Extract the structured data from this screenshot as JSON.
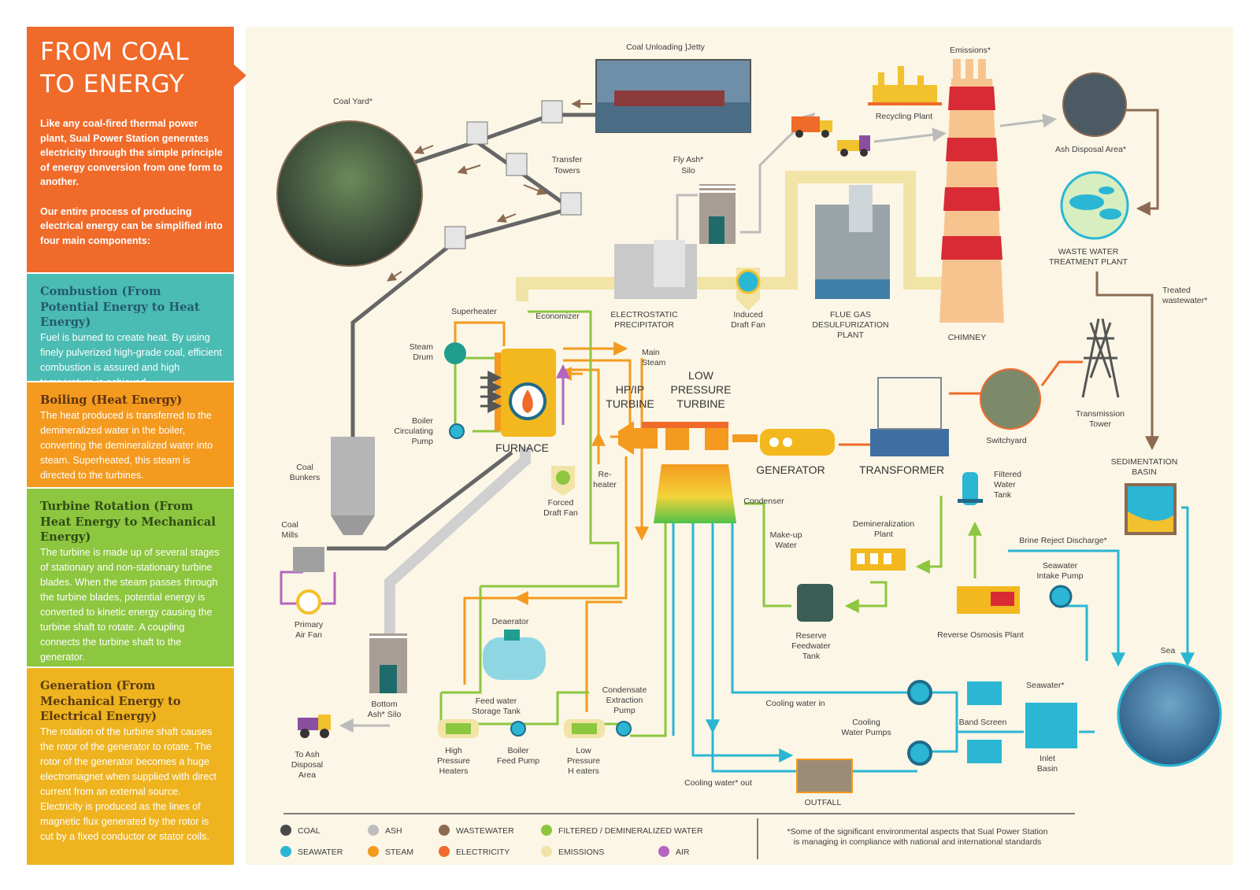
{
  "title": "FROM COAL TO ENERGY",
  "title_lines": [
    "FROM COAL",
    "TO ENERGY"
  ],
  "intro_p1": "Like any coal-fired thermal power plant, Sual Power Station generates electricity through the simple principle of energy conversion from one form to another.",
  "intro_p2": "Our entire process of producing electrical energy can be simplified into four main components:",
  "components": [
    {
      "heading": "Combustion (From Potential Energy to Heat Energy)",
      "body": "Fuel is burned to create heat. By using finely pulverized high-grade coal, efficient combustion is assured and high temperature is achieved."
    },
    {
      "heading": "Boiling (Heat Energy)",
      "body": "The heat produced is transferred to the demineralized water in the boiler, converting the demineralized water into steam. Superheated, this steam is directed to the turbines."
    },
    {
      "heading": "Turbine Rotation (From Heat Energy to Mechanical Energy)",
      "body": "The turbine is made up of several stages of stationary and non-stationary turbine blades. When the steam passes through the turbine blades, potential energy is converted to kinetic energy causing the turbine shaft to rotate. A coupling connects the turbine shaft to the generator."
    },
    {
      "heading": "Generation (From Mechanical Energy to Electrical Energy)",
      "body": "The rotation of the turbine shaft causes the rotor of the generator to rotate. The rotor of the generator becomes a huge electromagnet when supplied with direct current from an external source. Electricity is produced as the lines of magnetic flux generated by the rotor is cut by a fixed conductor or stator coils."
    }
  ],
  "labels": {
    "coal_unloading_jetty": "Coal Unloading ]Jetty",
    "coal_yard": "Coal Yard*",
    "transfer_towers": [
      "Transfer",
      "Towers"
    ],
    "fly_ash_silo": [
      "Fly Ash*",
      "Silo"
    ],
    "emissions": "Emissions*",
    "recycling_plant": "Recycling Plant",
    "ash_disposal_area": "Ash Disposal Area*",
    "waste_water_plant": [
      "WASTE WATER",
      "TREATMENT PLANT"
    ],
    "treated_wastewater": [
      "Treated",
      "wastewater*"
    ],
    "esp": [
      "ELECTROSTATIC",
      "PRECIPITATOR"
    ],
    "induced_draft_fan": [
      "Induced",
      "Draft Fan"
    ],
    "fgd": [
      "FLUE GAS",
      "DESULFURIZATION",
      "PLANT"
    ],
    "chimney": "CHIMNEY",
    "superheater": "Superheater",
    "economizer": "Economizer",
    "steam_drum": [
      "Steam",
      "Drum"
    ],
    "main_steam": [
      "Main",
      "Steam"
    ],
    "boiler_circulating_pump": [
      "Boiler",
      "Circulating",
      "Pump"
    ],
    "furnace": "FURNACE",
    "hp_ip_turbine": [
      "HP/IP",
      "TURBINE"
    ],
    "low_pressure_turbine": [
      "LOW",
      "PRESSURE",
      "TURBINE"
    ],
    "generator": "GENERATOR",
    "transformer": "TRANSFORMER",
    "switchyard": "Switchyard",
    "transmission_tower": [
      "Transmission",
      "Tower"
    ],
    "sedimentation_basin": [
      "SEDIMENTATION",
      "BASIN"
    ],
    "reheater": [
      "Re-",
      "heater"
    ],
    "forced_draft_fan": [
      "Forced",
      "Draft Fan"
    ],
    "coal_bunkers": [
      "Coal",
      "Bunkers"
    ],
    "coal_mills": [
      "Coal",
      "Mills"
    ],
    "primary_air_fan": [
      "Primary",
      "Air Fan"
    ],
    "condenser": "Condenser",
    "make_up_water": [
      "Make-up",
      "Water"
    ],
    "demineralization_plant": [
      "Demineralization",
      "Plant"
    ],
    "filtered_water_tank": [
      "Filtered",
      "Water",
      "Tank"
    ],
    "brine_reject": "Brine Reject Discharge*",
    "seawater_intake_pump": [
      "Seawater",
      "Intake Pump"
    ],
    "reserve_feedwater_tank": [
      "Reserve",
      "Feedwater",
      "Tank"
    ],
    "reverse_osmosis": "Reverse  Osmosis Plant",
    "sea": "Sea",
    "deaerator": "Deaerator",
    "feed_water_tank": [
      "Feed water",
      "Storage Tank"
    ],
    "condensate_pump": [
      "Condensate",
      "Extraction",
      "Pump"
    ],
    "cooling_water_in": "Cooling water in",
    "cooling_water_pumps": [
      "Cooling",
      "Water Pumps"
    ],
    "seawater": "Seawater*",
    "band_screen": "Band Screen",
    "inlet_basin": [
      "Inlet",
      "Basin"
    ],
    "bottom_ash_silo": [
      "Bottom",
      "Ash* Silo"
    ],
    "to_ash_disposal": [
      "To Ash",
      "Disposal",
      "Area"
    ],
    "hp_heaters": [
      "High",
      "Pressure",
      "Heaters"
    ],
    "boiler_feed_pump": [
      "Boiler",
      "Feed Pump"
    ],
    "lp_heaters": [
      "Low",
      "Pressure",
      "H eaters"
    ],
    "cooling_water_out": "Cooling water* out",
    "outfall": "OUTFALL"
  },
  "legend": [
    {
      "label": "COAL",
      "color": "#4a4a4a"
    },
    {
      "label": "ASH",
      "color": "#bdbdbd"
    },
    {
      "label": "WASTEWATER",
      "color": "#8c6a52"
    },
    {
      "label": "FILTERED / DEMINERALIZED WATER",
      "color": "#8dc63f"
    },
    {
      "label": "SEAWATER",
      "color": "#2bb6d3"
    },
    {
      "label": "STEAM",
      "color": "#f49a1e"
    },
    {
      "label": "ELECTRICITY",
      "color": "#f06a2a"
    },
    {
      "label": "EMISSIONS",
      "color": "#f2e3a6"
    },
    {
      "label": "AIR",
      "color": "#b565c0"
    }
  ],
  "footnote": [
    "*Some of the significant environmental aspects that Sual Power Station",
    "is managing in compliance with national and international standards"
  ]
}
